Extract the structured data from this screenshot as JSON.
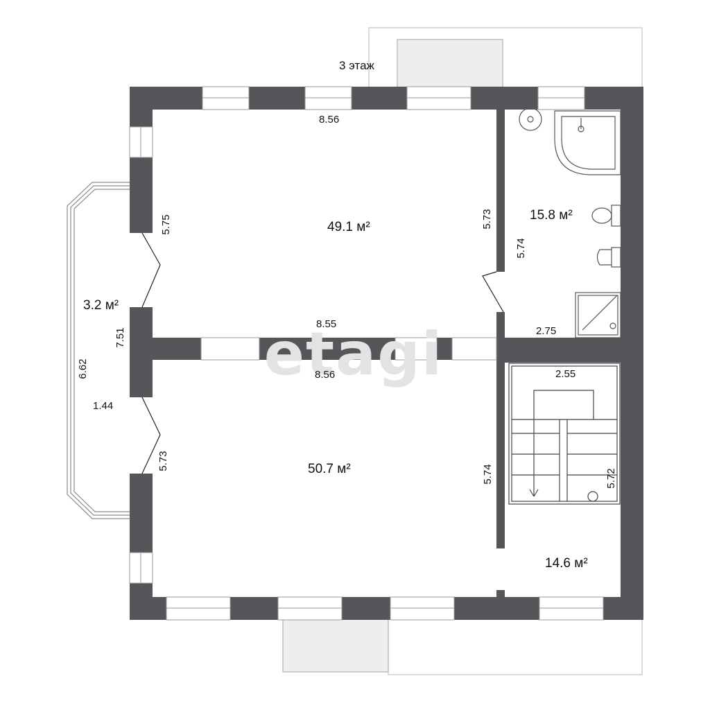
{
  "floor_label": "3 этаж",
  "watermark": "etagi",
  "colors": {
    "wall": "#555659",
    "outline": "#cfcfcf",
    "terrace": "#eeeeee",
    "window": "#ffffff",
    "ink": "#111111"
  },
  "rooms": [
    {
      "id": "living-north",
      "area": "49.1 м²"
    },
    {
      "id": "living-south",
      "area": "50.7 м²"
    },
    {
      "id": "bathroom",
      "area": "15.8 м²"
    },
    {
      "id": "hall",
      "area": "14.6 м²"
    },
    {
      "id": "balcony",
      "area": "3.2 м²"
    }
  ],
  "dimensions": {
    "north_top": "8.56",
    "north_left": "5.75",
    "north_right": "5.73",
    "north_bottom": "8.55",
    "south_top": "8.56",
    "south_left": "5.73",
    "south_right": "5.74",
    "bath_left": "5.74",
    "bath_bottom": "2.75",
    "stair_top": "2.55",
    "stair_right": "5.72",
    "balcony_left": "6.62",
    "balcony_right": "7.51",
    "balcony_depth": "1.44"
  },
  "icons": [
    "sink-icon",
    "corner-bath-icon",
    "toilet-icon",
    "bidet-icon",
    "shower-tray-icon",
    "staircase-icon",
    "door-icon",
    "window-icon"
  ]
}
